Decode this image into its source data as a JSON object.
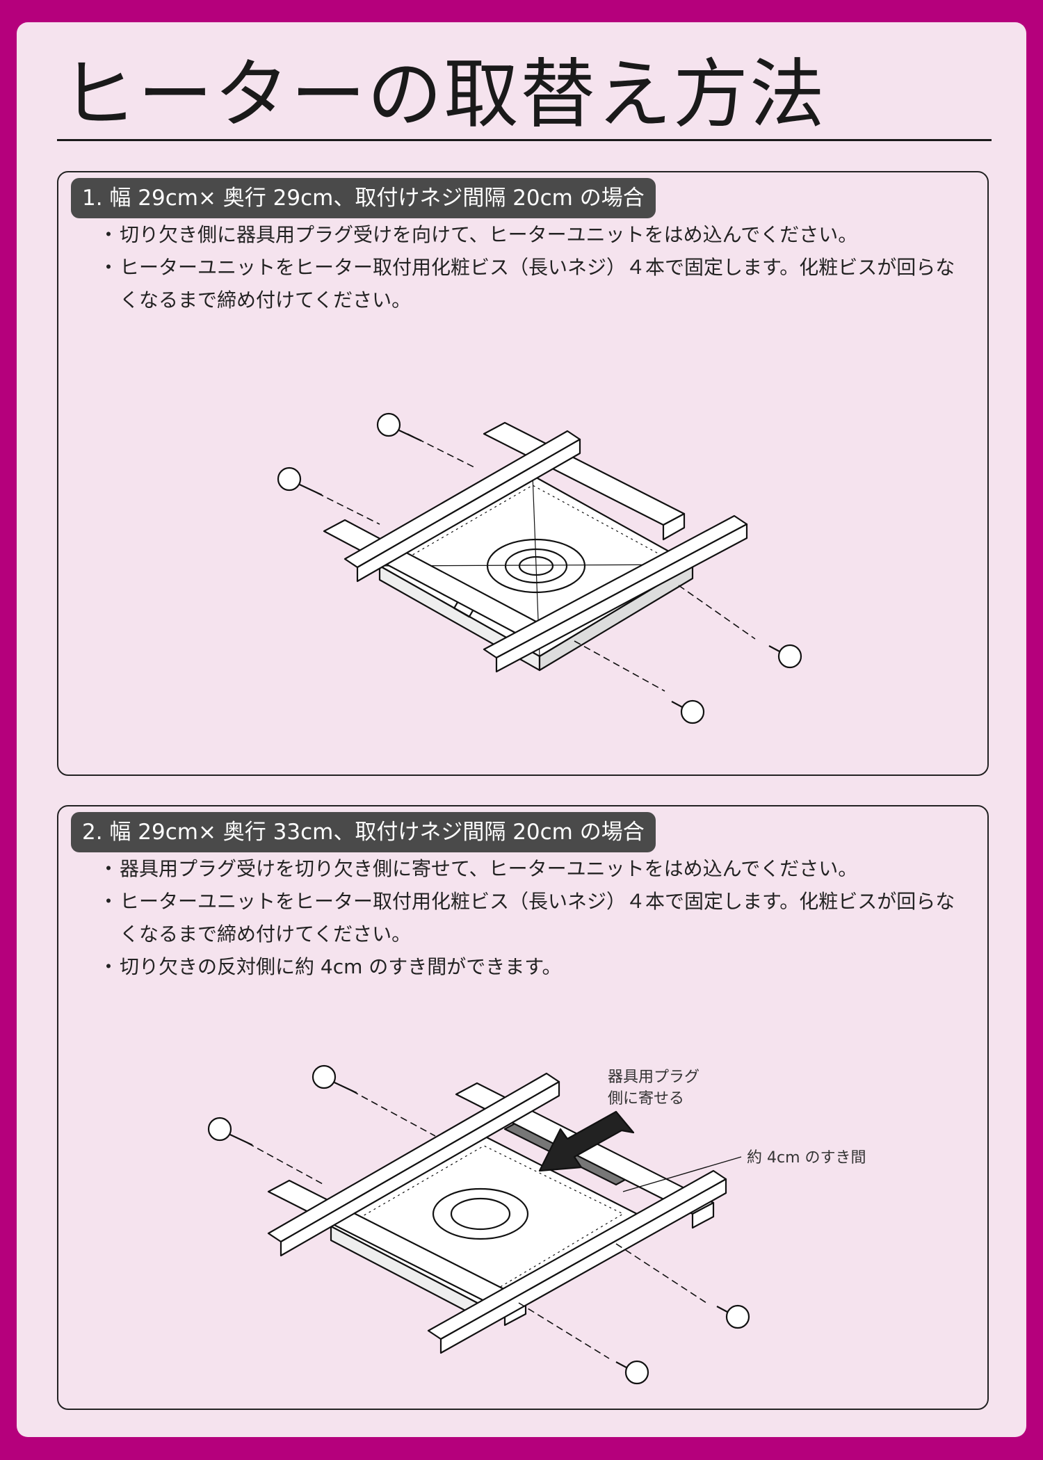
{
  "title": "ヒーターの取替え方法",
  "sections": [
    {
      "heading": "1. 幅 29cm× 奥行 29cm、取付けネジ間隔 20cm の場合",
      "bullets": [
        "切り欠き側に器具用プラグ受けを向けて、ヒーターユニットをはめ込んでください。",
        "ヒーターユニットをヒーター取付用化粧ビス（長いネジ）４本で固定します。化粧ビスが回らなくなるまで締め付けてください。"
      ]
    },
    {
      "heading": "2. 幅 29cm× 奥行 33cm、取付けネジ間隔 20cm の場合",
      "bullets": [
        "器具用プラグ受けを切り欠き側に寄せて、ヒーターユニットをはめ込んでください。",
        "ヒーターユニットをヒーター取付用化粧ビス（長いネジ）４本で固定します。化粧ビスが回らなくなるまで締め付けてください。",
        "切り欠きの反対側に約 4cm のすき間ができます。"
      ],
      "labels": {
        "plug_line1": "器具用プラグ",
        "plug_line2": "側に寄せる",
        "gap": "約 4cm のすき間"
      }
    }
  ],
  "colors": {
    "frame": "#b5007c",
    "page": "#f5e3ee",
    "heading_bg": "#4a4a4a"
  }
}
